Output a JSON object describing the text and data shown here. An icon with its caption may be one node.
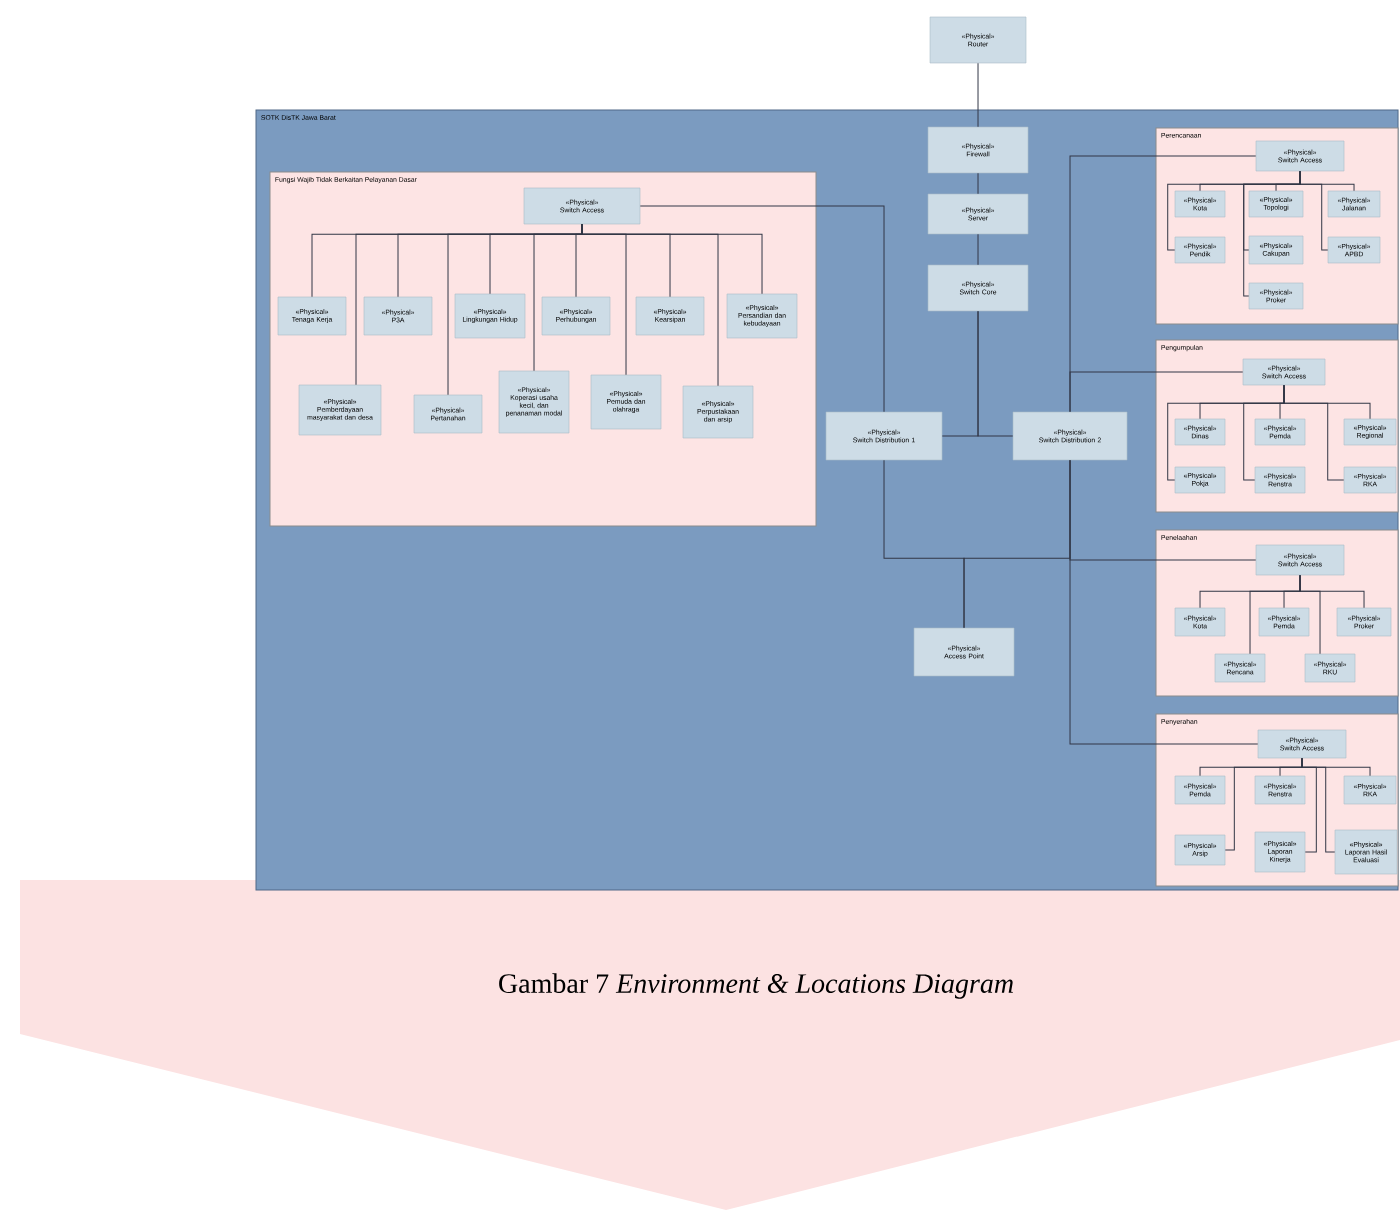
{
  "diagram": {
    "caption": "Gambar 7 *Environment & Locations Diagram*",
    "nodes": [
      {
        "text": [
          "«Physical»",
          "Router"
        ]
      },
      {
        "text": [
          "SOTK DisTK Jawa Barat"
        ]
      },
      {
        "text": [
          "«Physical»",
          "Firewall"
        ],
        "in": 1
      },
      {
        "text": [
          "«Physical»",
          "Server"
        ],
        "in": 1
      },
      {
        "text": [
          "«Physical»",
          "Switch Core"
        ],
        "in": 1
      },
      {
        "text": [
          "«Physical»",
          "Switch Distribution 1"
        ],
        "in": 1
      },
      {
        "text": [
          "«Physical»",
          "Switch Distribution 2"
        ],
        "in": 1
      },
      {
        "text": [
          "«Physical»",
          "Access Point"
        ],
        "in": 1
      },
      {
        "text": [
          "Fungsi Wajib Tidak Berkaitan Pelayanan Dasar"
        ],
        "in": 1
      },
      {
        "text": [
          "«Physical»",
          "Switch Access"
        ],
        "in": 8
      },
      {
        "text": [
          "«Physical»",
          "Tenaga Kerja"
        ],
        "in": 8
      },
      {
        "text": [
          "«Physical»",
          "P3A"
        ],
        "in": 8
      },
      {
        "text": [
          "«Physical»",
          "Lingkungan Hidup"
        ],
        "in": 8
      },
      {
        "text": [
          "«Physical»",
          "Perhubungan"
        ],
        "in": 8
      },
      {
        "text": [
          "«Physical»",
          "Kearsipan"
        ],
        "in": 8
      },
      {
        "text": [
          "«Physical»",
          "Persandian dan kebudayaan"
        ],
        "in": 8
      },
      {
        "text": [
          "«Physical»",
          "Pemberdayaan masyarakat dan desa"
        ],
        "in": 8
      },
      {
        "text": [
          "«Physical»",
          "Pertanahan"
        ],
        "in": 8
      },
      {
        "text": [
          "«Physical»",
          "Koperasi usaha kecil, dan penanaman modal"
        ],
        "in": 8
      },
      {
        "text": [
          "«Physical»",
          "Pemuda dan olahraga"
        ],
        "in": 8
      },
      {
        "text": [
          "«Physical»",
          "Perpustakaan dan arsip"
        ],
        "in": 8
      },
      {
        "text": [
          "Perencanaan"
        ],
        "in": 1
      },
      {
        "text": [
          "«Physical»",
          "Switch Access"
        ],
        "in": 21
      },
      {
        "text": [
          "«Physical»",
          "Kota"
        ],
        "in": 21
      },
      {
        "text": [
          "«Physical»",
          "Topologi"
        ],
        "in": 21
      },
      {
        "text": [
          "«Physical»",
          "Jalanan"
        ],
        "in": 21
      },
      {
        "text": [
          "«Physical»",
          "Pendik"
        ],
        "in": 21
      },
      {
        "text": [
          "«Physical»",
          "Cakupan"
        ],
        "in": 21
      },
      {
        "text": [
          "«Physical»",
          "APBD"
        ],
        "in": 21
      },
      {
        "text": [
          "«Physical»",
          "Proker"
        ],
        "in": 21
      },
      {
        "text": [
          "Pengumpulan"
        ],
        "in": 1
      },
      {
        "text": [
          "«Physical»",
          "Switch Access"
        ],
        "in": 30
      },
      {
        "text": [
          "«Physical»",
          "Dinas"
        ],
        "in": 30
      },
      {
        "text": [
          "«Physical»",
          "Pemda"
        ],
        "in": 30
      },
      {
        "text": [
          "«Physical»",
          "Regional"
        ],
        "in": 30
      },
      {
        "text": [
          "«Physical»",
          "Pokja"
        ],
        "in": 30
      },
      {
        "text": [
          "«Physical»",
          "Renstra"
        ],
        "in": 30
      },
      {
        "text": [
          "«Physical»",
          "RKA"
        ],
        "in": 30
      },
      {
        "text": [
          "Penelaahan"
        ],
        "in": 1
      },
      {
        "text": [
          "«Physical»",
          "Switch Access"
        ],
        "in": 38
      },
      {
        "text": [
          "«Physical»",
          "Kota"
        ],
        "in": 38
      },
      {
        "text": [
          "«Physical»",
          "Pemda"
        ],
        "in": 38
      },
      {
        "text": [
          "«Physical»",
          "Proker"
        ],
        "in": 38
      },
      {
        "text": [
          "«Physical»",
          "Rencana"
        ],
        "in": 38
      },
      {
        "text": [
          "«Physical»",
          "RKU"
        ],
        "in": 38
      },
      {
        "text": [
          "Penyerahan"
        ],
        "in": 1
      },
      {
        "text": [
          "«Physical»",
          "Switch Access"
        ],
        "in": 45
      },
      {
        "text": [
          "«Physical»",
          "Pemda"
        ],
        "in": 45
      },
      {
        "text": [
          "«Physical»",
          "Renstra"
        ],
        "in": 45
      },
      {
        "text": [
          "«Physical»",
          "RKA"
        ],
        "in": 45
      },
      {
        "text": [
          "«Physical»",
          "Arsip"
        ],
        "in": 45
      },
      {
        "text": [
          "«Physical»",
          "Laporan Kinerja"
        ],
        "in": 45
      },
      {
        "text": [
          "«Physical»",
          "Laporan Hasil Evaluasi"
        ],
        "in": 45
      }
    ],
    "edges": [
      {
        "from": 0,
        "to": 2,
        "arrow": "none"
      },
      {
        "from": 2,
        "to": 3,
        "arrow": "none"
      },
      {
        "from": 3,
        "to": 4,
        "arrow": "none"
      },
      {
        "from": 4,
        "to": 5,
        "arrow": "none"
      },
      {
        "from": 4,
        "to": 6,
        "arrow": "none"
      },
      {
        "from": 5,
        "to": 9,
        "arrow": "none"
      },
      {
        "from": 6,
        "to": 22,
        "arrow": "none"
      },
      {
        "from": 6,
        "to": 31,
        "arrow": "none"
      },
      {
        "from": 6,
        "to": 39,
        "arrow": "none"
      },
      {
        "from": 6,
        "to": 46,
        "arrow": "none"
      },
      {
        "from": 5,
        "to": 7,
        "arrow": "none"
      },
      {
        "from": 6,
        "to": 7,
        "arrow": "none"
      },
      {
        "from": 9,
        "to": 10,
        "arrow": "none"
      },
      {
        "from": 9,
        "to": 11,
        "arrow": "none"
      },
      {
        "from": 9,
        "to": 12,
        "arrow": "none"
      },
      {
        "from": 9,
        "to": 13,
        "arrow": "none"
      },
      {
        "from": 9,
        "to": 14,
        "arrow": "none"
      },
      {
        "from": 9,
        "to": 15,
        "arrow": "none"
      },
      {
        "from": 9,
        "to": 16,
        "arrow": "none"
      },
      {
        "from": 9,
        "to": 17,
        "arrow": "none"
      },
      {
        "from": 9,
        "to": 18,
        "arrow": "none"
      },
      {
        "from": 9,
        "to": 19,
        "arrow": "none"
      },
      {
        "from": 9,
        "to": 20,
        "arrow": "none"
      },
      {
        "from": 22,
        "to": 23,
        "arrow": "none"
      },
      {
        "from": 22,
        "to": 24,
        "arrow": "none"
      },
      {
        "from": 22,
        "to": 25,
        "arrow": "none"
      },
      {
        "from": 22,
        "to": 26,
        "arrow": "none"
      },
      {
        "from": 22,
        "to": 27,
        "arrow": "none"
      },
      {
        "from": 22,
        "to": 28,
        "arrow": "none"
      },
      {
        "from": 22,
        "to": 29,
        "arrow": "none"
      },
      {
        "from": 31,
        "to": 32,
        "arrow": "none"
      },
      {
        "from": 31,
        "to": 33,
        "arrow": "none"
      },
      {
        "from": 31,
        "to": 34,
        "arrow": "none"
      },
      {
        "from": 31,
        "to": 35,
        "arrow": "none"
      },
      {
        "from": 31,
        "to": 36,
        "arrow": "none"
      },
      {
        "from": 31,
        "to": 37,
        "arrow": "none"
      },
      {
        "from": 39,
        "to": 40,
        "arrow": "none"
      },
      {
        "from": 39,
        "to": 41,
        "arrow": "none"
      },
      {
        "from": 39,
        "to": 42,
        "arrow": "none"
      },
      {
        "from": 39,
        "to": 43,
        "arrow": "none"
      },
      {
        "from": 39,
        "to": 44,
        "arrow": "none"
      },
      {
        "from": 46,
        "to": 47,
        "arrow": "none"
      },
      {
        "from": 46,
        "to": 48,
        "arrow": "none"
      },
      {
        "from": 46,
        "to": 49,
        "arrow": "none"
      },
      {
        "from": 46,
        "to": 50,
        "arrow": "none"
      },
      {
        "from": 46,
        "to": 51,
        "arrow": "none"
      },
      {
        "from": 46,
        "to": 52,
        "arrow": "none"
      }
    ]
  }
}
